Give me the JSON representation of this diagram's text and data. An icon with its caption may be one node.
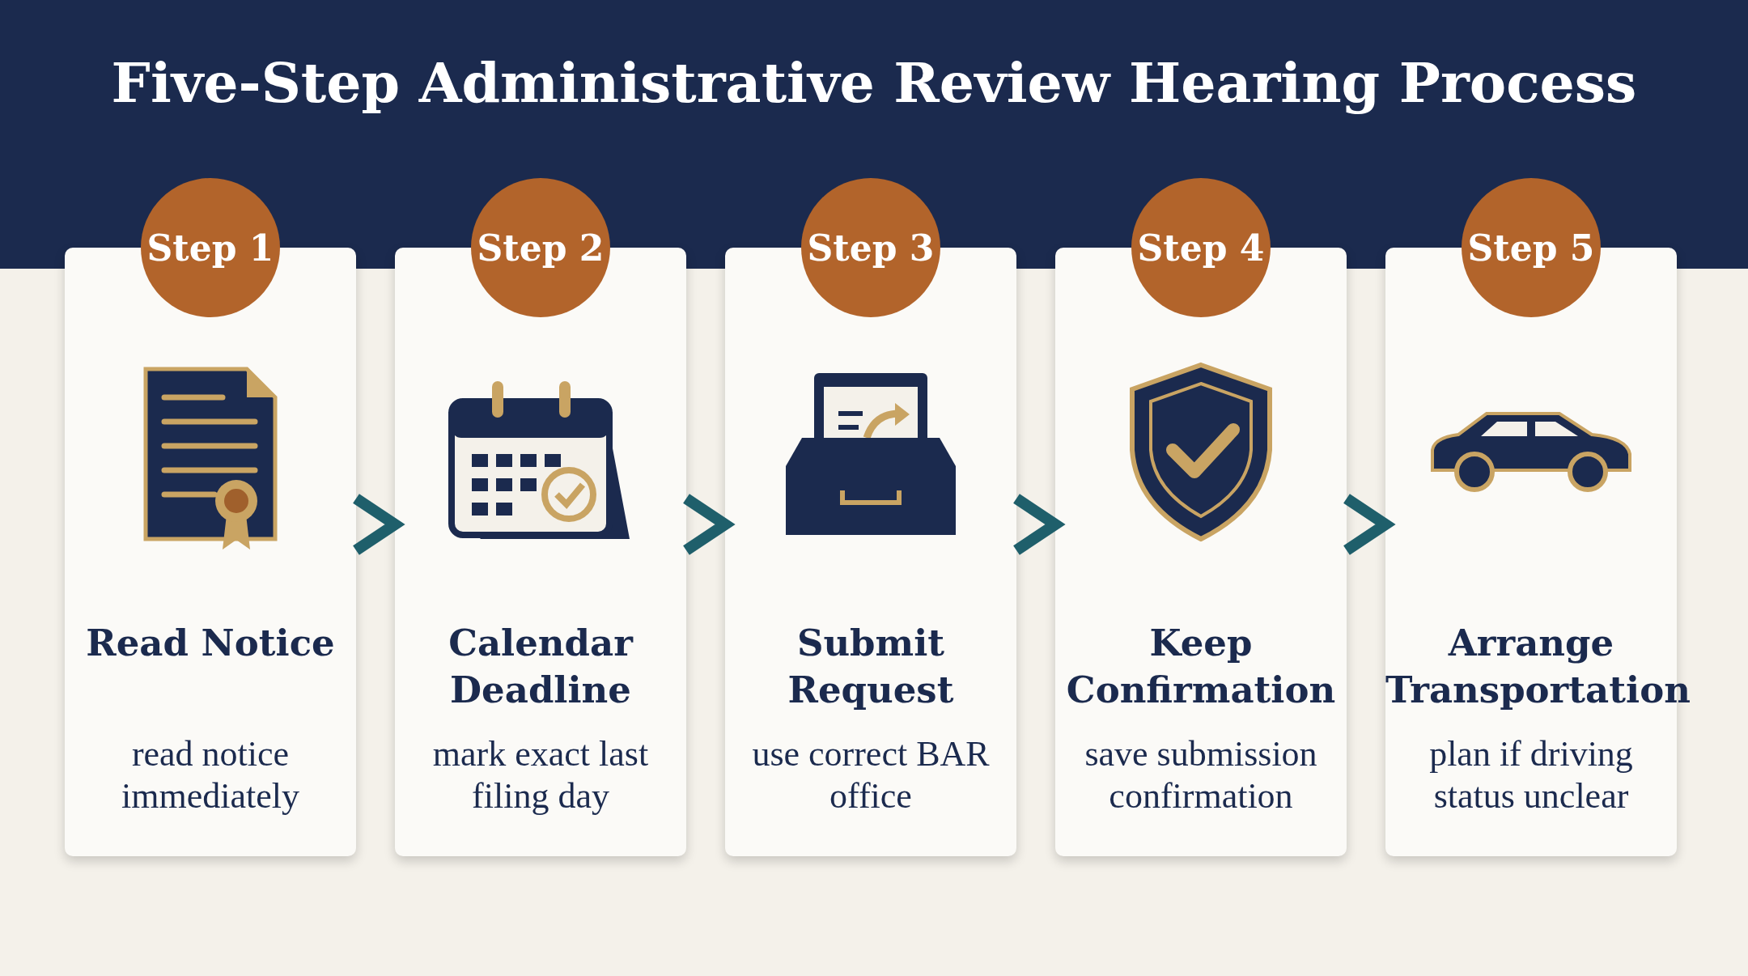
{
  "diagram": {
    "title": "Five-Step Administrative Review Hearing Process",
    "nodes": [
      {
        "text": [
          "Step 1"
        ]
      },
      {
        "text": [
          "Read Notice",
          "read notice immediately"
        ]
      },
      {
        "text": [
          "Step 2"
        ]
      },
      {
        "text": [
          "Calendar Deadline",
          "mark exact last filing day"
        ]
      },
      {
        "text": [
          "Step 3"
        ]
      },
      {
        "text": [
          "Submit Request",
          "use correct BAR office"
        ]
      },
      {
        "text": [
          "Step 4"
        ]
      },
      {
        "text": [
          "Keep Confirmation",
          "save submission confirmation"
        ]
      },
      {
        "text": [
          "Step 5"
        ]
      },
      {
        "text": [
          "Arrange Transportation",
          "plan if driving status unclear"
        ]
      }
    ],
    "edges": [
      {
        "from": 1,
        "to": 3,
        "arrow": "to"
      },
      {
        "from": 3,
        "to": 5,
        "arrow": "to"
      },
      {
        "from": 5,
        "to": 7,
        "arrow": "to"
      },
      {
        "from": 7,
        "to": 9,
        "arrow": "to"
      }
    ]
  }
}
